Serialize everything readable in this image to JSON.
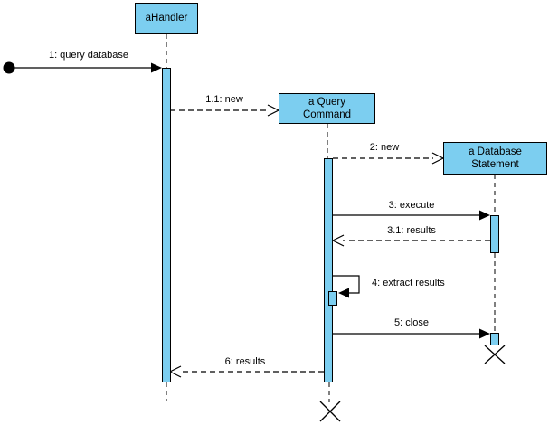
{
  "diagram": {
    "type": "uml-sequence-diagram",
    "colors": {
      "background": "#ffffff",
      "shape_fill": "#7ccef0",
      "shape_border": "#000000",
      "line": "#000000",
      "text": "#000000"
    },
    "lifelines": [
      {
        "name": "aHandler",
        "destroyed": false
      },
      {
        "name": "a Query Command",
        "destroyed": true
      },
      {
        "name": "a Database Statement",
        "destroyed": true
      }
    ],
    "messages": [
      {
        "label": "1: query database",
        "from": "found-message-start",
        "to": "aHandler",
        "style": "solid-filled-arrow"
      },
      {
        "label": "1.1: new",
        "from": "aHandler",
        "to": "a Query Command",
        "style": "dashed-open-arrow-create"
      },
      {
        "label": "2: new",
        "from": "a Query Command",
        "to": "a Database Statement",
        "style": "dashed-open-arrow-create"
      },
      {
        "label": "3: execute",
        "from": "a Query Command",
        "to": "a Database Statement",
        "style": "solid-filled-arrow"
      },
      {
        "label": "3.1: results",
        "from": "a Database Statement",
        "to": "a Query Command",
        "style": "dashed-open-arrow-return"
      },
      {
        "label": "4: extract results",
        "from": "a Query Command",
        "to": "a Query Command",
        "style": "self-solid-filled-arrow"
      },
      {
        "label": "5: close",
        "from": "a Query Command",
        "to": "a Database Statement",
        "style": "solid-filled-arrow"
      },
      {
        "label": "6: results",
        "from": "a Query Command",
        "to": "aHandler",
        "style": "dashed-open-arrow-return"
      }
    ],
    "icons": {
      "found_message_start": "filled-circle",
      "destruction_marker": "x-cross"
    }
  }
}
